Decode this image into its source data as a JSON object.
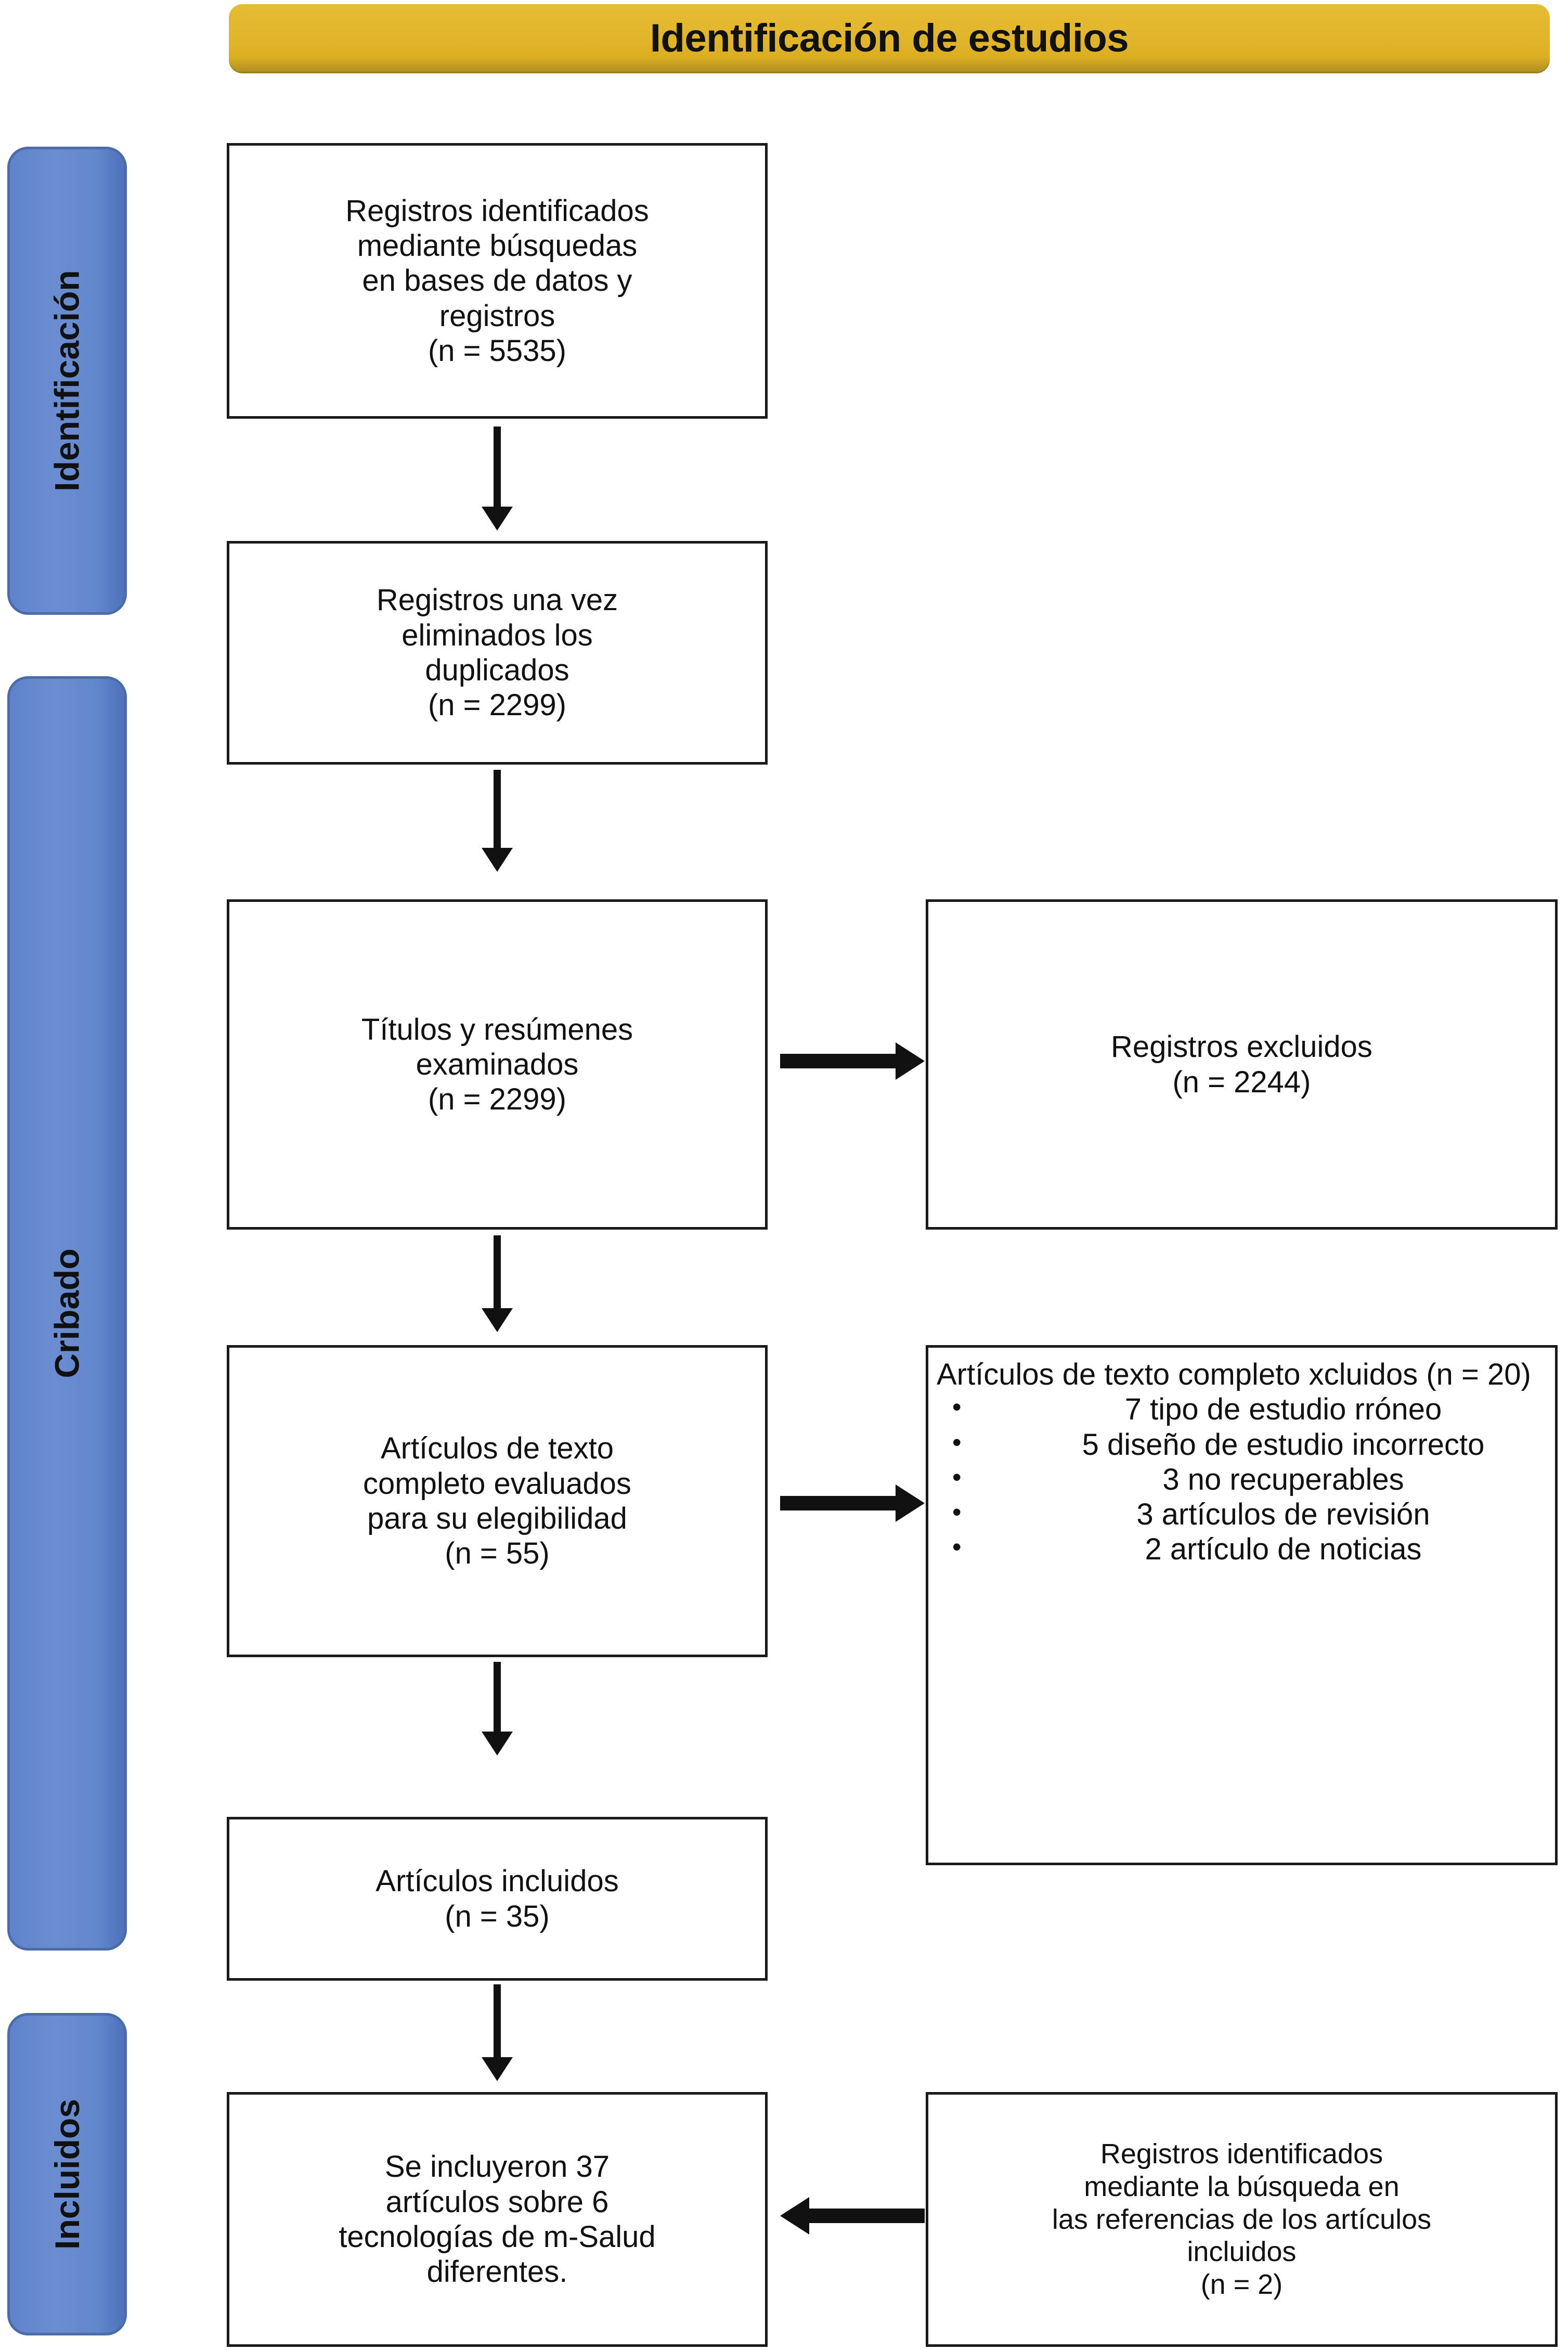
{
  "header": {
    "title": "Identificación de estudios",
    "background_color": "#e2b62c",
    "text_color": "#111111"
  },
  "stages": {
    "color": "#5f83cc",
    "border_color": "#4b6ca9",
    "items": [
      {
        "label": "Identificación"
      },
      {
        "label": "Cribado"
      },
      {
        "label": "Incluidos"
      }
    ]
  },
  "boxes": {
    "records_identified": {
      "lines": [
        "Registros identificados",
        "mediante búsquedas",
        "en bases de datos y",
        "registros",
        "(n = 5535)"
      ],
      "count_label": "(n = 5535)",
      "count": 5535
    },
    "records_deduplicated": {
      "lines": [
        "Registros una vez",
        "eliminados los",
        "duplicados",
        "(n = 2299)"
      ],
      "count_label": "(n = 2299)",
      "count": 2299
    },
    "titles_abstracts_screened": {
      "lines": [
        "Títulos y resúmenes",
        "examinados",
        "(n = 2299)"
      ],
      "count_label": "(n = 2299)",
      "count": 2299
    },
    "records_excluded": {
      "lines": [
        "Registros excluidos",
        "(n = 2244)"
      ],
      "count_label": "(n = 2244)",
      "count": 2244
    },
    "fulltext_assessed": {
      "lines": [
        "Artículos de texto",
        "completo evaluados",
        "para su elegibilidad",
        "(n = 55)"
      ],
      "count_label": "(n = 55)",
      "count": 55
    },
    "fulltext_excluded": {
      "heading": "Artículos de texto completo xcluidos (n = 20)",
      "count_label": "(n = 20)",
      "count": 20,
      "reasons": [
        "7 tipo de estudio rróneo",
        "5 diseño de estudio incorrecto",
        "3 no recuperables",
        "3 artículos de revisión",
        "2 artículo de noticias"
      ]
    },
    "articles_included": {
      "lines": [
        "Artículos incluidos",
        "(n = 35)"
      ],
      "count_label": "(n = 35)",
      "count": 35
    },
    "final_summary": {
      "lines": [
        "Se incluyeron 37",
        "artículos sobre 6",
        "tecnologías de m-Salud",
        "diferentes."
      ]
    },
    "records_from_references": {
      "lines": [
        "Registros identificados",
        "mediante la búsqueda en",
        "las referencias de los artículos",
        "incluidos",
        "(n = 2)"
      ],
      "count_label": "(n = 2)",
      "count": 2
    }
  }
}
